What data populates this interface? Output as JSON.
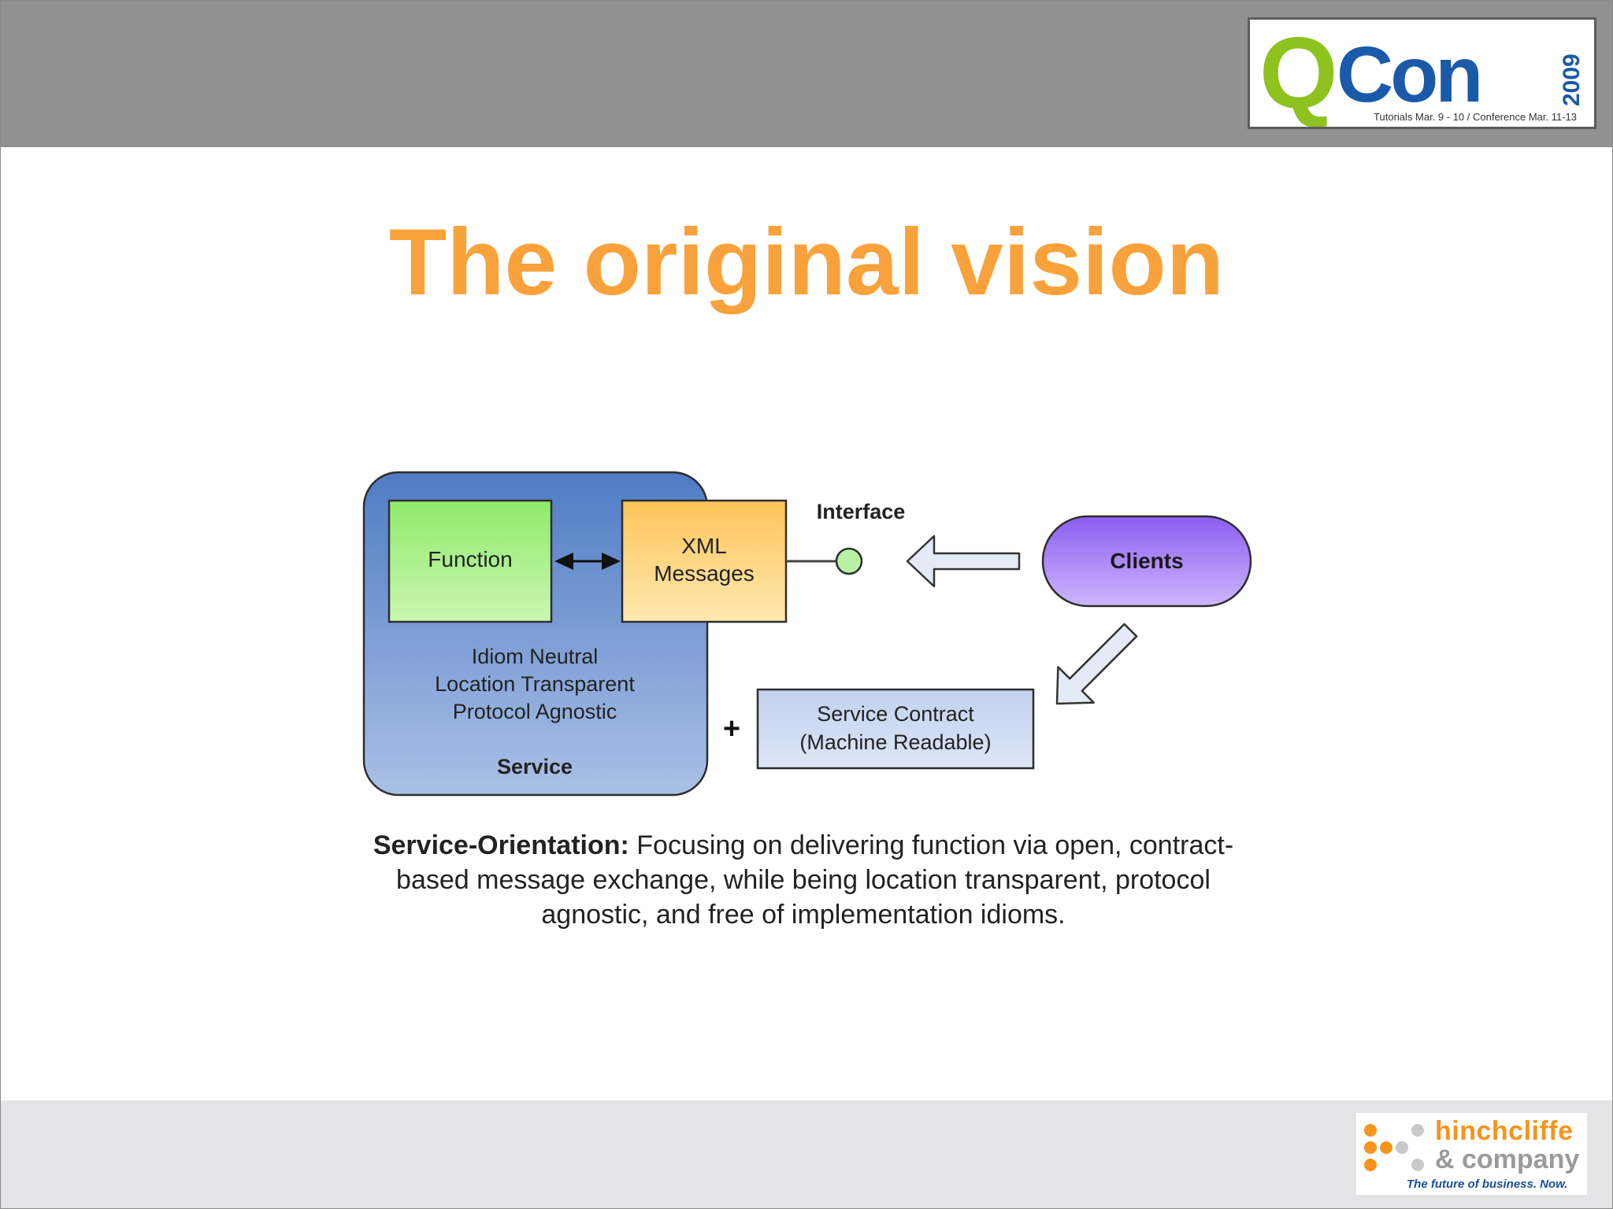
{
  "title": "The original vision",
  "logos": {
    "qcon_wordmark": "QCon",
    "qcon_year": "2009",
    "qcon_tagline": "Tutorials Mar. 9 - 10  /  Conference Mar. 11-13",
    "hc_name": "hinchcliffe",
    "hc_company": "& company",
    "hc_tagline": "The future of business. Now."
  },
  "diagram": {
    "function_label": "Function",
    "xml_line1": "XML",
    "xml_line2": "Messages",
    "interface_label": "Interface",
    "clients_label": "Clients",
    "service_props": [
      "Idiom Neutral",
      "Location Transparent",
      "Protocol Agnostic"
    ],
    "service_label": "Service",
    "plus_sign": "+",
    "contract_line1": "Service Contract",
    "contract_line2": "(Machine Readable)"
  },
  "caption": {
    "lead": "Service-Orientation:",
    "body": " Focusing on delivering function via open, contract-based message exchange, while being location transparent, protocol agnostic, and free of implementation idioms."
  },
  "colors": {
    "title": "#f9a23b",
    "header": "#919191",
    "footer": "#e4e4e6",
    "service_box": "#5b86c8",
    "function_box": "#a8f08a",
    "xml_box": "#ffd27a",
    "clients_box": "#a67cf2",
    "contract_box": "#cfdaf0"
  }
}
